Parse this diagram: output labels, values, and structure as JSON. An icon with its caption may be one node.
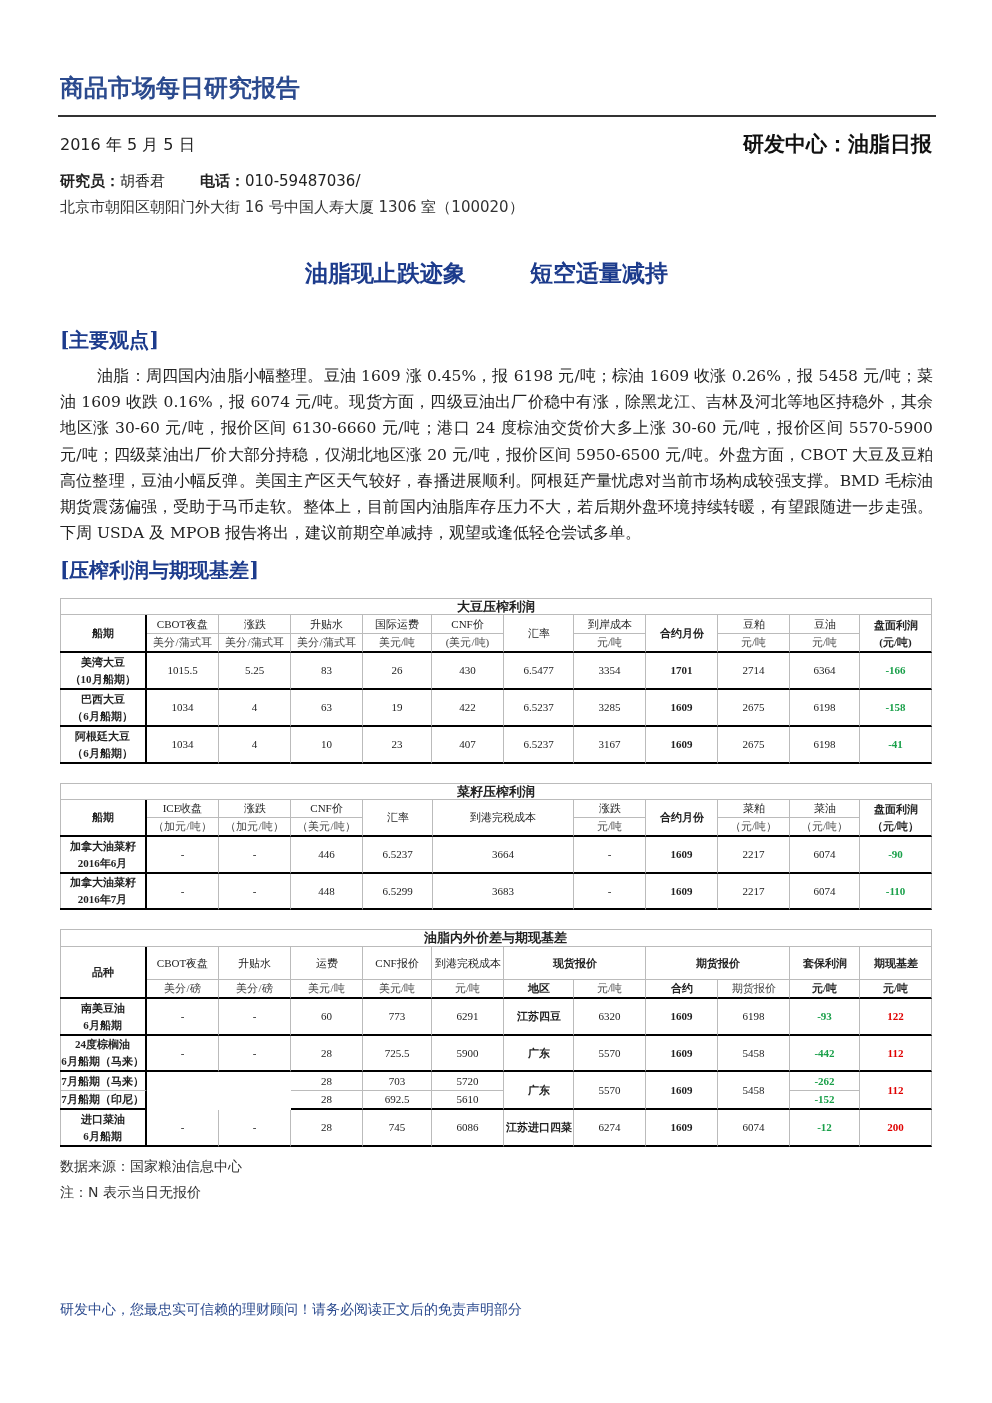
{
  "diagram": {
    "labels": [
      "商品市场每日研究报告",
      "2016 年 5 月 5 日",
      "研发中心：油脂日报",
      "**研究员：**胡香君",
      "**电话：**010-59487036/",
      "北京市朝阳区朝阳门外大街 16 号中国人寿大厦 1306 室（100020）",
      "油脂现止跌迹象",
      "短空适量减持",
      "[主要观点]",
      "油脂：周四国内油脂小幅整理。豆油 1609 涨 0.45%，报 6198 元/吨；棕油 1609 收涨 0.26%，报 5458 元/吨；菜油 1609 收跌 0.16%，报 6074 元/吨。现货方面，四级豆油出厂价稳中有涨，除黑龙江、吉林及河北等地区持稳外，其余地区涨 30-60 元/吨，报价区间 6130-6660 元/吨；港口 24 度棕油交货价大多上涨 30-60 元/吨，报价区间 5570-5900 元/吨；四级菜油出厂价大部分持稳，仅湖北地区涨 20 元/吨，报价区间 5950-6500 元/吨。外盘方面，CBOT 大豆及豆粕高位整理，豆油小幅反弹。美国主产区天气较好，春播进展顺利。阿根廷产量忧虑对当前市场构成较强支撑。BMD 毛棕油期货震荡偏强，受助于马币走软。整体上，目前国内油脂库存压力不大，若后期外盘环境持续转暖，有望跟随进一步走强。下周 USDA 及 MPOB 报告将出，建议前期空单减持，观望或逢低轻仓尝试多单。",
      "[压榨利润与期现基差]",
      "大豆压榨利润",
      "船期",
      "CBOT夜盘",
      "涨跌",
      "升贴水",
      "国际运费",
      "CNF价",
      "汇率",
      "到岸成本",
      "合约月份",
      "豆粕",
      "豆油",
      "盘面利润",
      "美分/蒲式耳",
      "美分/蒲式耳",
      "美分/蒲式耳",
      "美元/吨",
      "(美元/吨)",
      "元/吨",
      "元/吨",
      "元/吨",
      "(元/吨)",
      "美湾大豆",
      "（10月船期）",
      "1015.5",
      "5.25",
      "83",
      "26",
      "430",
      "6.5477",
      "3354",
      "1701",
      "2714",
      "6364",
      "-166",
      "巴西大豆",
      "（6月船期）",
      "1034",
      "4",
      "63",
      "19",
      "422",
      "6.5237",
      "3285",
      "1609",
      "2675",
      "6198",
      "-158",
      "阿根廷大豆",
      "（6月船期）",
      "1034",
      "4",
      "10",
      "23",
      "407",
      "6.5237",
      "3167",
      "1609",
      "2675",
      "6198",
      "-41",
      "菜籽压榨利润",
      "船期",
      "ICE收盘",
      "涨跌",
      "CNF价",
      "汇率",
      "到港完税成本",
      "涨跌",
      "合约月份",
      "菜粕",
      "菜油",
      "盘面利润",
      "（加元/吨）",
      "（加元/吨）",
      "（美元/吨）",
      "元/吨",
      "（元/吨）",
      "（元/吨）",
      "（元/吨）",
      "加拿大油菜籽",
      "2016年6月",
      "-",
      "-",
      "446",
      "6.5237",
      "3664",
      "-",
      "1609",
      "2217",
      "6074",
      "-90",
      "加拿大油菜籽",
      "2016年7月",
      "-",
      "-",
      "448",
      "6.5299",
      "3683",
      "-",
      "1609",
      "2217",
      "6074",
      "-110",
      "油脂内外价差与期现基差",
      "品种",
      "CBOT夜盘",
      "升贴水",
      "运费",
      "CNF报价",
      "到港完税成本",
      "现货报价",
      "期货报价",
      "套保利润",
      "期现基差",
      "美分/磅",
      "美分/磅",
      "美元/吨",
      "美元/吨",
      "元/吨",
      "地区",
      "元/吨",
      "合约",
      "期货报价",
      "元/吨",
      "元/吨",
      "南美豆油",
      "6月船期",
      "-",
      "-",
      "60",
      "773",
      "6291",
      "江苏四豆",
      "6320",
      "1609",
      "6198",
      "-93",
      "122",
      "24度棕榈油",
      "6月船期（马来）",
      "-",
      "-",
      "28",
      "725.5",
      "5900",
      "广东",
      "5570",
      "1609",
      "5458",
      "-442",
      "112",
      "7月船期（马来）",
      "28",
      "703",
      "5720",
      "广东",
      "5570",
      "1609",
      "5458",
      "-262",
      "112",
      "7月船期（印尼）",
      "28",
      "692.5",
      "5610",
      "-152",
      "进口菜油",
      "6月船期",
      "-",
      "-",
      "28",
      "745",
      "6086",
      "江苏进口四菜",
      "6274",
      "1609",
      "6074",
      "-12",
      "200",
      "数据来源：国家粮油信息中心",
      "注：N 表示当日无报价",
      "研发中心，您最忠实可信赖的理财顾问！请务必阅读正文后的免责声明部分"
    ]
  }
}
